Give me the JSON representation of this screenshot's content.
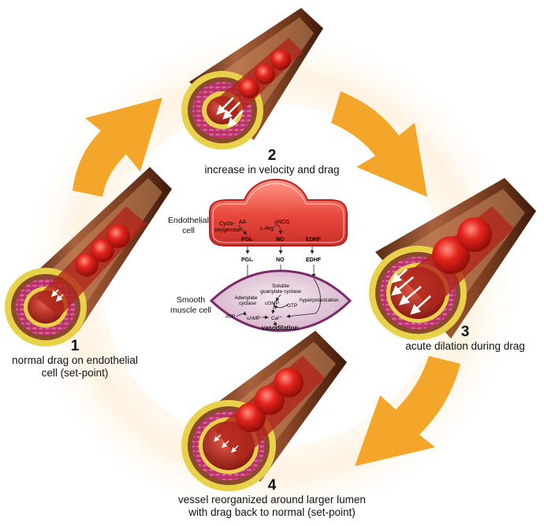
{
  "steps": [
    {
      "number": "1",
      "caption_line1": "normal drag on endothelial",
      "caption_line2": "cell (set-point)"
    },
    {
      "number": "2",
      "caption_line1": "increase in velocity and drag",
      "caption_line2": ""
    },
    {
      "number": "3",
      "caption_line1": "acute dilation during drag",
      "caption_line2": ""
    },
    {
      "number": "4",
      "caption_line1": "vessel reorganized around larger lumen",
      "caption_line2": "with drag back to normal (set-point)"
    }
  ],
  "endothelial": {
    "label_line1": "Endothelial",
    "label_line2": "cell",
    "cyclo_line1": "Cyclo-",
    "cyclo_line2": "oxygenase",
    "aa": "AA",
    "larg": "L-Arg",
    "nos": "±NOS",
    "pgi2": "PGI₂",
    "no": "NO",
    "edhf": "EDHF"
  },
  "between": {
    "pgi2": "PGI₂",
    "no": "NO",
    "edhf": "EDHF"
  },
  "smooth_muscle": {
    "label_line1": "Smooth",
    "label_line2": "muscle cell",
    "soluble_line1": "Soluble",
    "soluble_line2": "guanylate cyclase",
    "adenylate_line1": "Adenylate",
    "adenylate_line2": "cyclase",
    "cgmp": "cGMP",
    "gtp": "GTP",
    "hyperpolarization": "hyperpolarization",
    "atp": "ATP",
    "camp": "cAMP",
    "ca": "Ca²⁺",
    "vasodilation": "vasodilation"
  },
  "colors": {
    "arrow": "#F4A62A",
    "vessel_outer": "#8B4A2B",
    "adventitia": "#E8D24A",
    "media": "#B8336A",
    "blood": "#D81E1E",
    "endothelial_cell": "#E8473B",
    "smooth_muscle_cell": "#E3C6DA"
  }
}
